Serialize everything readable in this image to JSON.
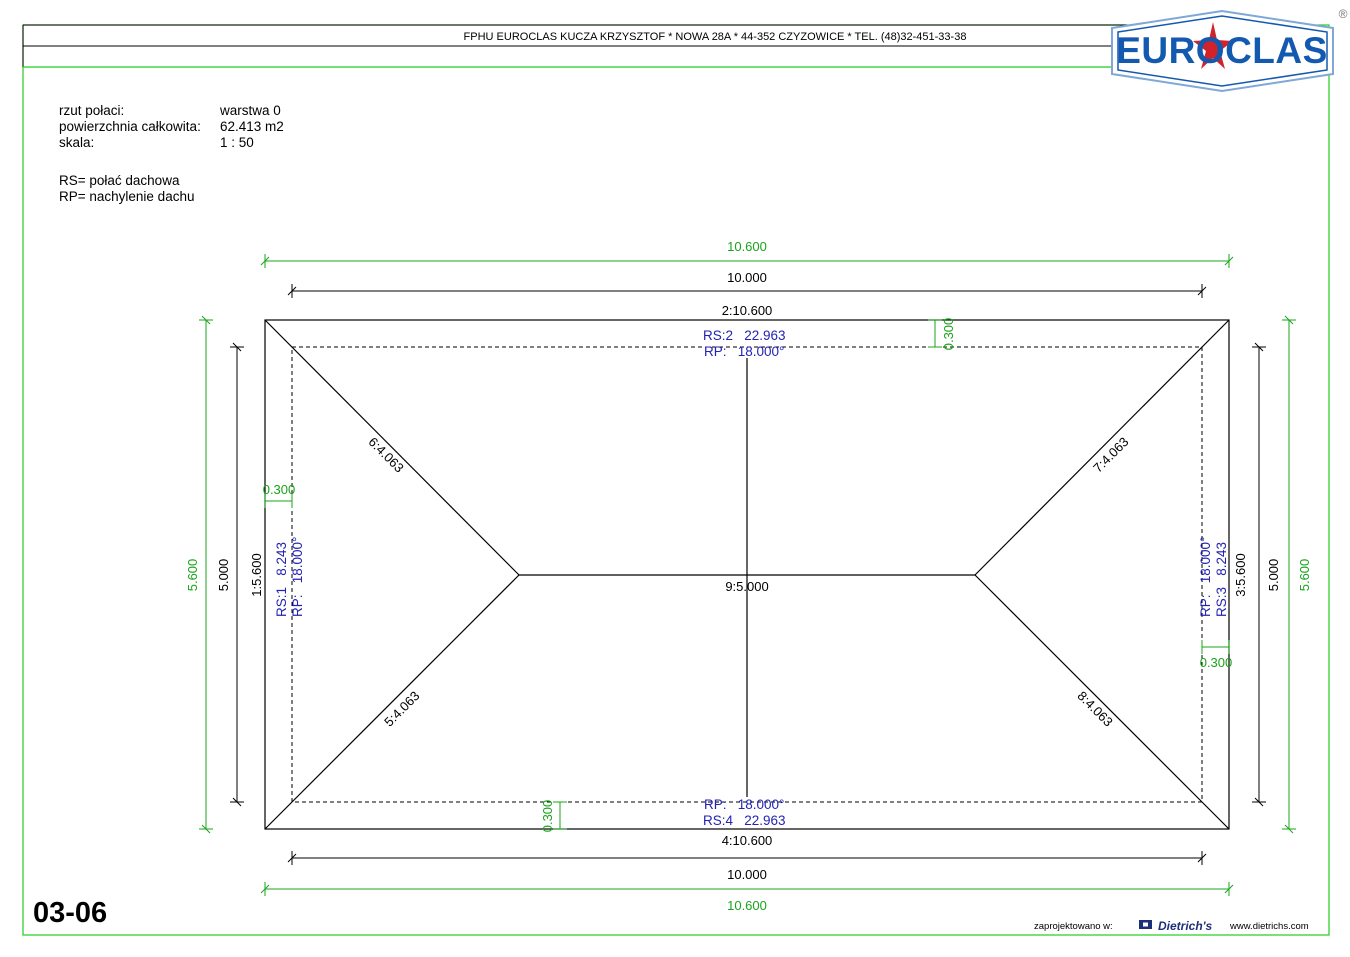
{
  "header": {
    "company_line": "FPHU EUROCLAS KUCZA KRZYSZTOF * NOWA 28A * 44-352 CZYZOWICE * TEL. (48)32-451-33-38",
    "logo_text": "EUROCLAS",
    "registered_mark": "®"
  },
  "info": {
    "rows": [
      {
        "label": "rzut połaci:",
        "value": "warstwa 0"
      },
      {
        "label": "powierzchnia całkowita:",
        "value": "62.413 m2"
      },
      {
        "label": "skala:",
        "value": "1 : 50"
      }
    ],
    "legend": [
      "RS= połać dachowa",
      "RP= nachylenie dachu"
    ]
  },
  "dimensions": {
    "top_outer": "10.600",
    "top_inner": "10.000",
    "bottom_inner": "10.000",
    "bottom_outer": "10.600",
    "left_outer": "5.600",
    "left_inner": "5.000",
    "right_inner": "5.000",
    "right_outer": "5.600",
    "overhang_top": "0.300",
    "overhang_left": "0.300",
    "overhang_right": "0.300",
    "overhang_bottom": "0.300"
  },
  "edges": {
    "e1": "1:5.600",
    "e2": "2:10.600",
    "e3": "3:5.600",
    "e4": "4:10.600",
    "e5": "5:4.063",
    "e6": "6:4.063",
    "e7": "7:4.063",
    "e8": "8:4.063",
    "e9": "9:5.000"
  },
  "planes": {
    "top": {
      "rs": "RS:2   22.963",
      "rp": "RP:   18.000°"
    },
    "bottom": {
      "rs": "RS:4   22.963",
      "rp": "RP:   18.000°"
    },
    "left": {
      "rs": "RS:1   8.243",
      "rp": "RP:   18.000°"
    },
    "right": {
      "rs": "RS:3   8.243",
      "rp": "RP:   18.000°"
    }
  },
  "footer": {
    "sheet_number": "03-06",
    "designed_in": "zaprojektowano w:",
    "brand": "Dietrich's",
    "website": "www.dietrichs.com"
  },
  "colors": {
    "frame_green": "#22cc22",
    "dimension_green": "#1aa31a",
    "plane_blue": "#2323b4",
    "logo_blue": "#1459b0",
    "logo_red": "#d2232a"
  }
}
